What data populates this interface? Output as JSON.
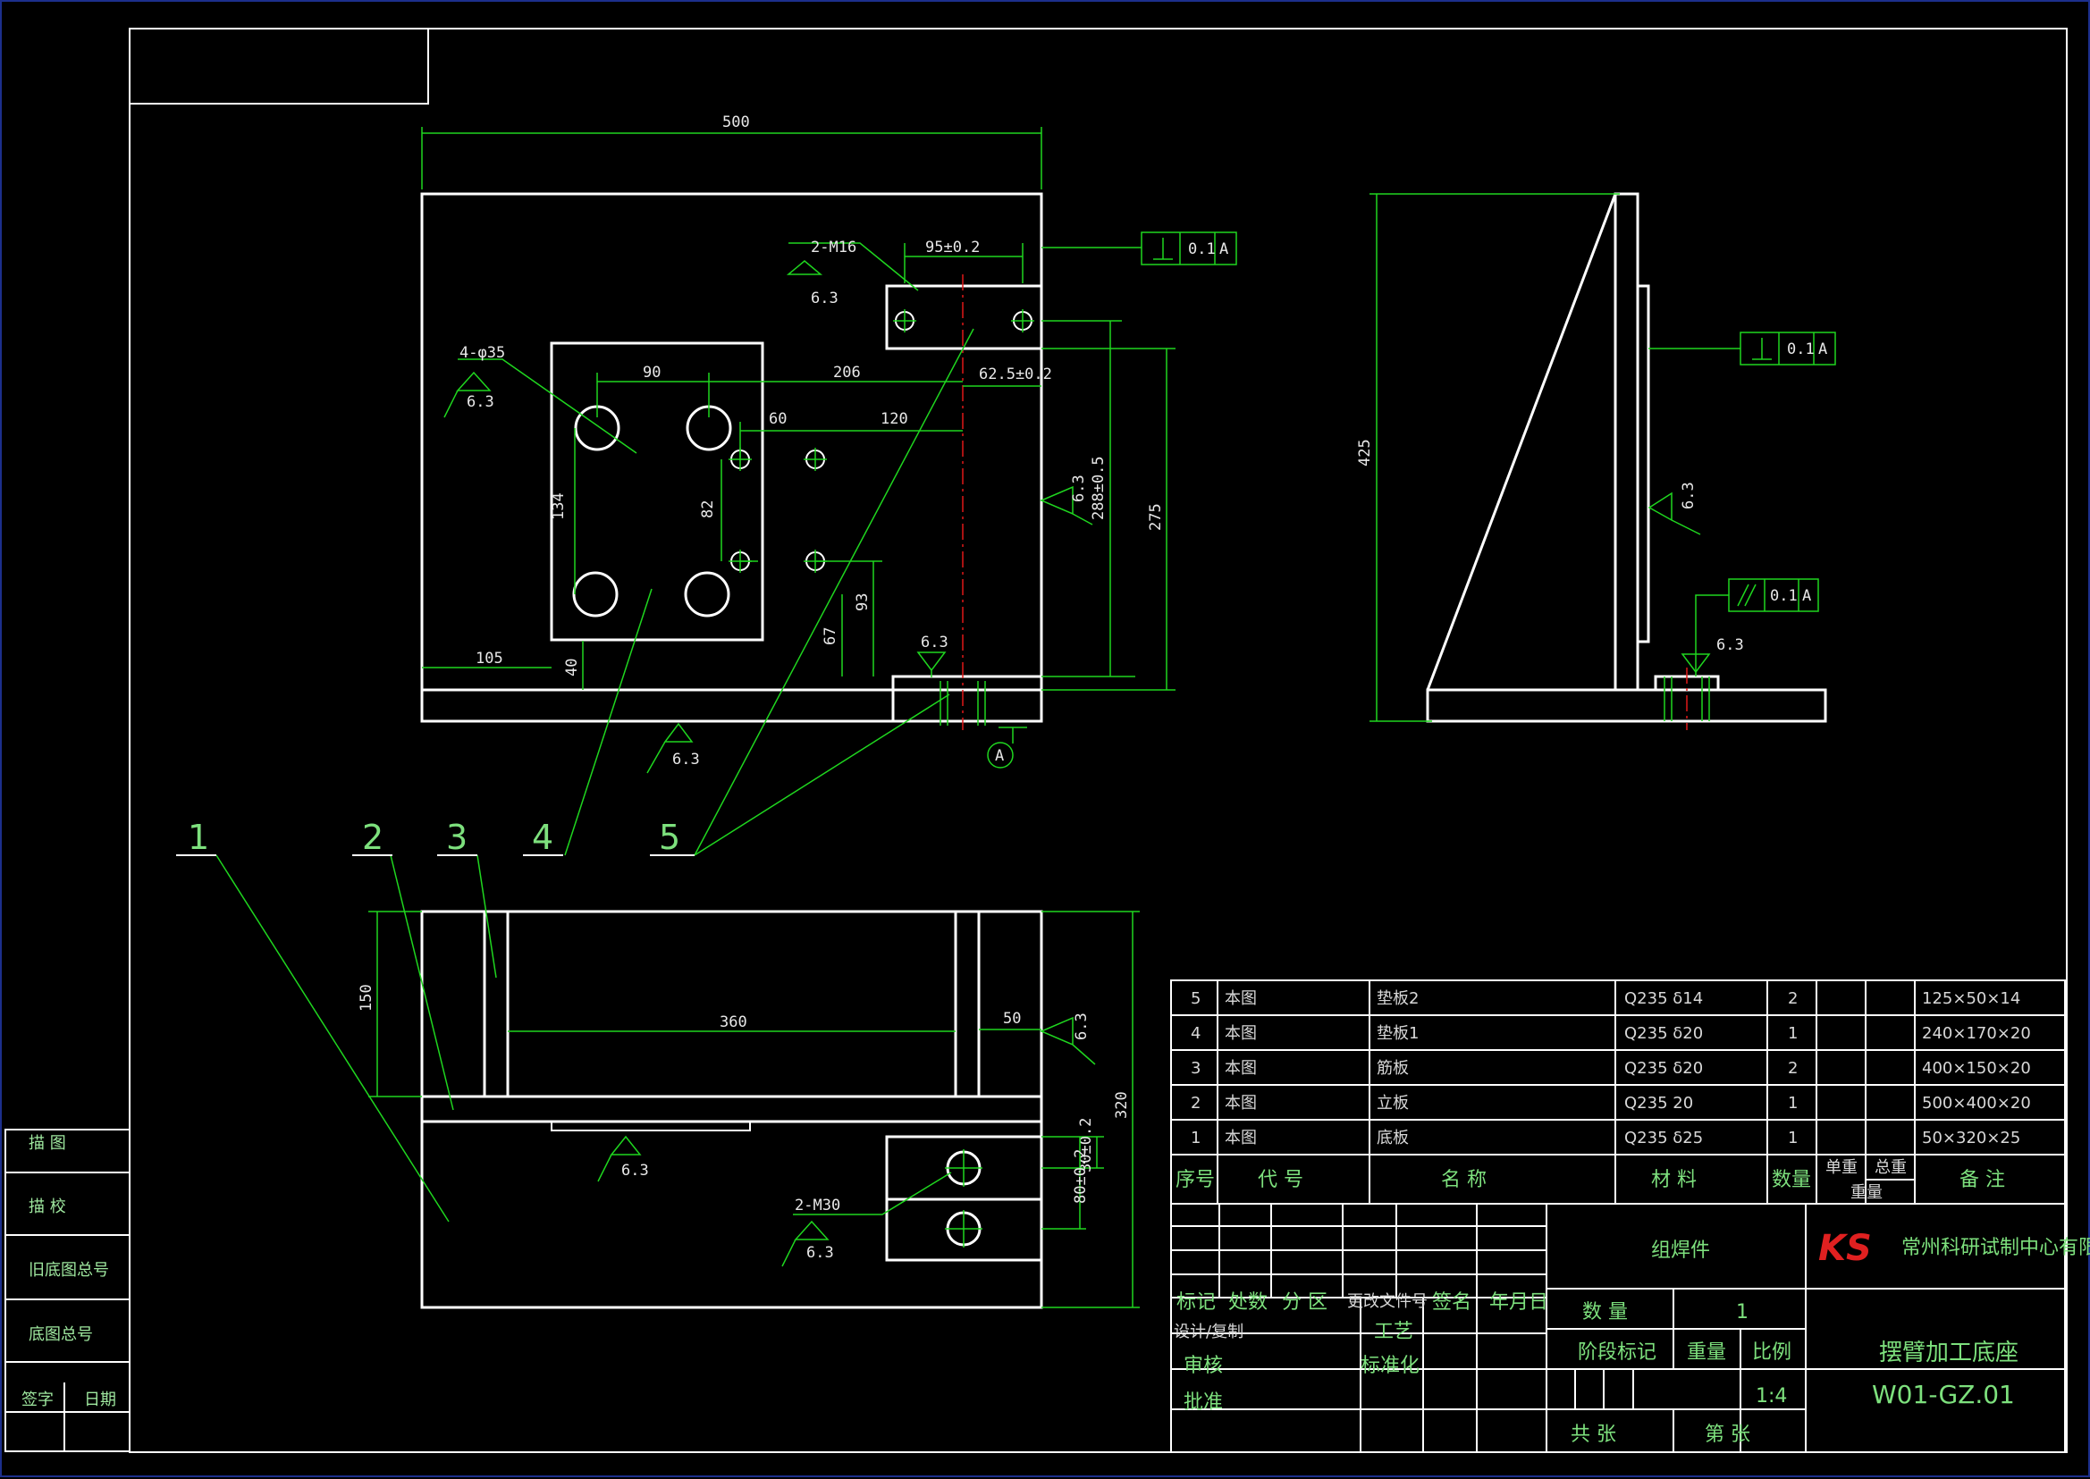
{
  "drawing": {
    "front_view": {
      "dims": {
        "width_500": "500",
        "m16": "2-M16",
        "d95": "95±0.2",
        "holes35": "4-φ35",
        "d90": "90",
        "d206": "206",
        "d625": "62.5±0.2",
        "d60": "60",
        "d120": "120",
        "d134": "134",
        "d82": "82",
        "d2885": "288±0.5",
        "d275": "275",
        "d93": "93",
        "d67": "67",
        "d105": "105",
        "d40": "40",
        "rough": "6.3",
        "datum": "A"
      },
      "tolerance": {
        "value": "0.1",
        "datum": "A"
      }
    },
    "side_view": {
      "dims": {
        "h425": "425",
        "rough": "6.3"
      },
      "tol_perp": {
        "value": "0.1",
        "datum": "A"
      },
      "tol_par": {
        "value": "0.1",
        "datum": "A"
      }
    },
    "top_view": {
      "dims": {
        "d150": "150",
        "d360": "360",
        "d50": "50",
        "d320": "320",
        "d30": "30±0.2",
        "d80": "80±0.2",
        "m30": "2-M30",
        "rough": "6.3"
      }
    },
    "balloons": [
      "1",
      "2",
      "3",
      "4",
      "5"
    ]
  },
  "side_panel": {
    "rows": [
      "描 图",
      "描 校",
      "旧底图总号",
      "底图总号"
    ],
    "sign": "签字",
    "date": "日期"
  },
  "bom": {
    "rows": [
      {
        "no": "5",
        "code": "本图",
        "name": "垫板2",
        "material": "Q235 δ14",
        "qty": "2",
        "remark": "125×50×14"
      },
      {
        "no": "4",
        "code": "本图",
        "name": "垫板1",
        "material": "Q235 δ20",
        "qty": "1",
        "remark": "240×170×20"
      },
      {
        "no": "3",
        "code": "本图",
        "name": "筋板",
        "material": "Q235 δ20",
        "qty": "2",
        "remark": "400×150×20"
      },
      {
        "no": "2",
        "code": "本图",
        "name": "立板",
        "material": "Q235 20",
        "qty": "1",
        "remark": "500×400×20"
      },
      {
        "no": "1",
        "code": "本图",
        "name": "底板",
        "material": "Q235 δ25",
        "qty": "1",
        "remark": "50×320×25"
      }
    ],
    "header": {
      "no": "序号",
      "code": "代 号",
      "name": "名 称",
      "material": "材 料",
      "qty": "数量",
      "unit_weight": "单重",
      "total_weight": "总重",
      "weight": "重量",
      "remark": "备 注"
    }
  },
  "title_block": {
    "rev_headers": [
      "标记",
      "处数",
      "分 区",
      "更改文件号",
      "签名",
      "年月日"
    ],
    "roles": {
      "design": "设计/复制",
      "process": "工艺",
      "check": "审核",
      "standard": "标准化",
      "approve": "批准"
    },
    "part_type": "组焊件",
    "logo": "KS",
    "company": "常州科研试制中心有限公司",
    "quantity_label": "数 量",
    "quantity_value": "1",
    "stage_label": "阶段标记",
    "weight_label": "重量",
    "scale_label": "比例",
    "scale_value": "1:4",
    "title": "摆臂加工底座",
    "drawing_no": "W01-GZ.01",
    "total_sheets": "共 张",
    "sheet_no": "第 张"
  },
  "colors": {
    "frame": "#1c2f8c",
    "outline": "#ffffff",
    "dimension": "#1fd61f",
    "centerline": "#e01818",
    "logo": "#e02020"
  }
}
